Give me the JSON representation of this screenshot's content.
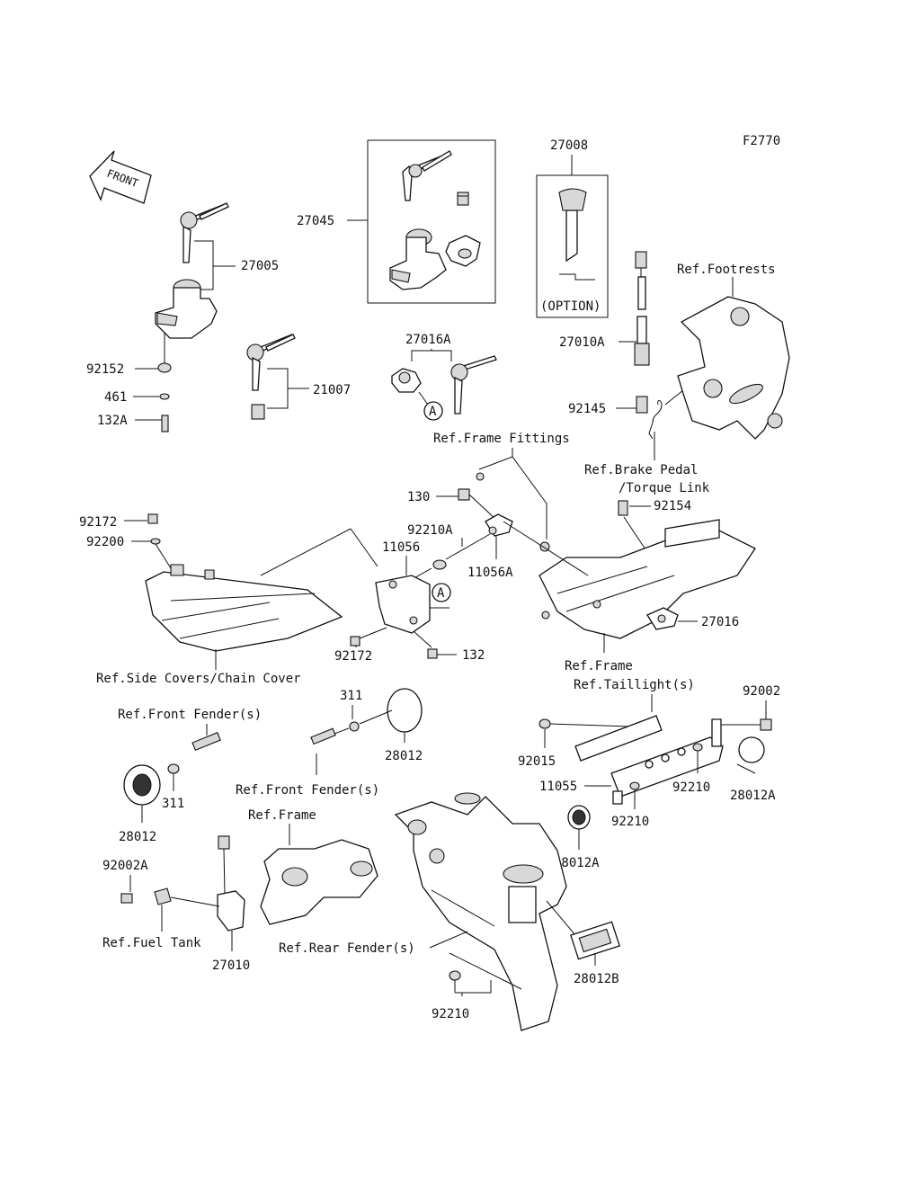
{
  "diagram_code": "F2770",
  "front_label": "FRONT",
  "option_label": "(OPTION)",
  "marker": "A",
  "labels": {
    "p27045": "27045",
    "p27008": "27008",
    "p27005": "27005",
    "p92152": "92152",
    "p461": "461",
    "p132A": "132A",
    "p21007": "21007",
    "p27016A": "27016A",
    "p27010A": "27010A",
    "p92145": "92145",
    "ref_footrests": "Ref.Footrests",
    "ref_frame_fittings": "Ref.Frame Fittings",
    "ref_brake_pedal": "Ref.Brake Pedal",
    "torque_link": "/Torque Link",
    "p130": "130",
    "p92154": "92154",
    "p92172_top": "92172",
    "p92200": "92200",
    "p92210A": "92210A",
    "p11056": "11056",
    "p11056A": "11056A",
    "p27016": "27016",
    "p92172_bot": "92172",
    "p132": "132",
    "ref_side_covers": "Ref.Side Covers/Chain Cover",
    "ref_frame_right": "Ref.Frame",
    "ref_taillight": "Ref.Taillight(s)",
    "p92002": "92002",
    "p311_top": "311",
    "ref_front_fender_left": "Ref.Front Fender(s)",
    "p28012_mid": "28012",
    "p92015": "92015",
    "p92210_r1": "92210",
    "p11055": "11055",
    "p92210_r2": "92210",
    "p28012A_right": "28012A",
    "ref_front_fender_mid": "Ref.Front Fender(s)",
    "p311_left": "311",
    "p28012_left": "28012",
    "ref_frame_mid": "Ref.Frame",
    "p28012A_bot": "28012A",
    "p92002A": "92002A",
    "ref_fuel_tank": "Ref.Fuel Tank",
    "ref_rear_fender": "Ref.Rear Fender(s)",
    "p27010": "27010",
    "p28012B": "28012B",
    "p92210_bot": "92210"
  }
}
